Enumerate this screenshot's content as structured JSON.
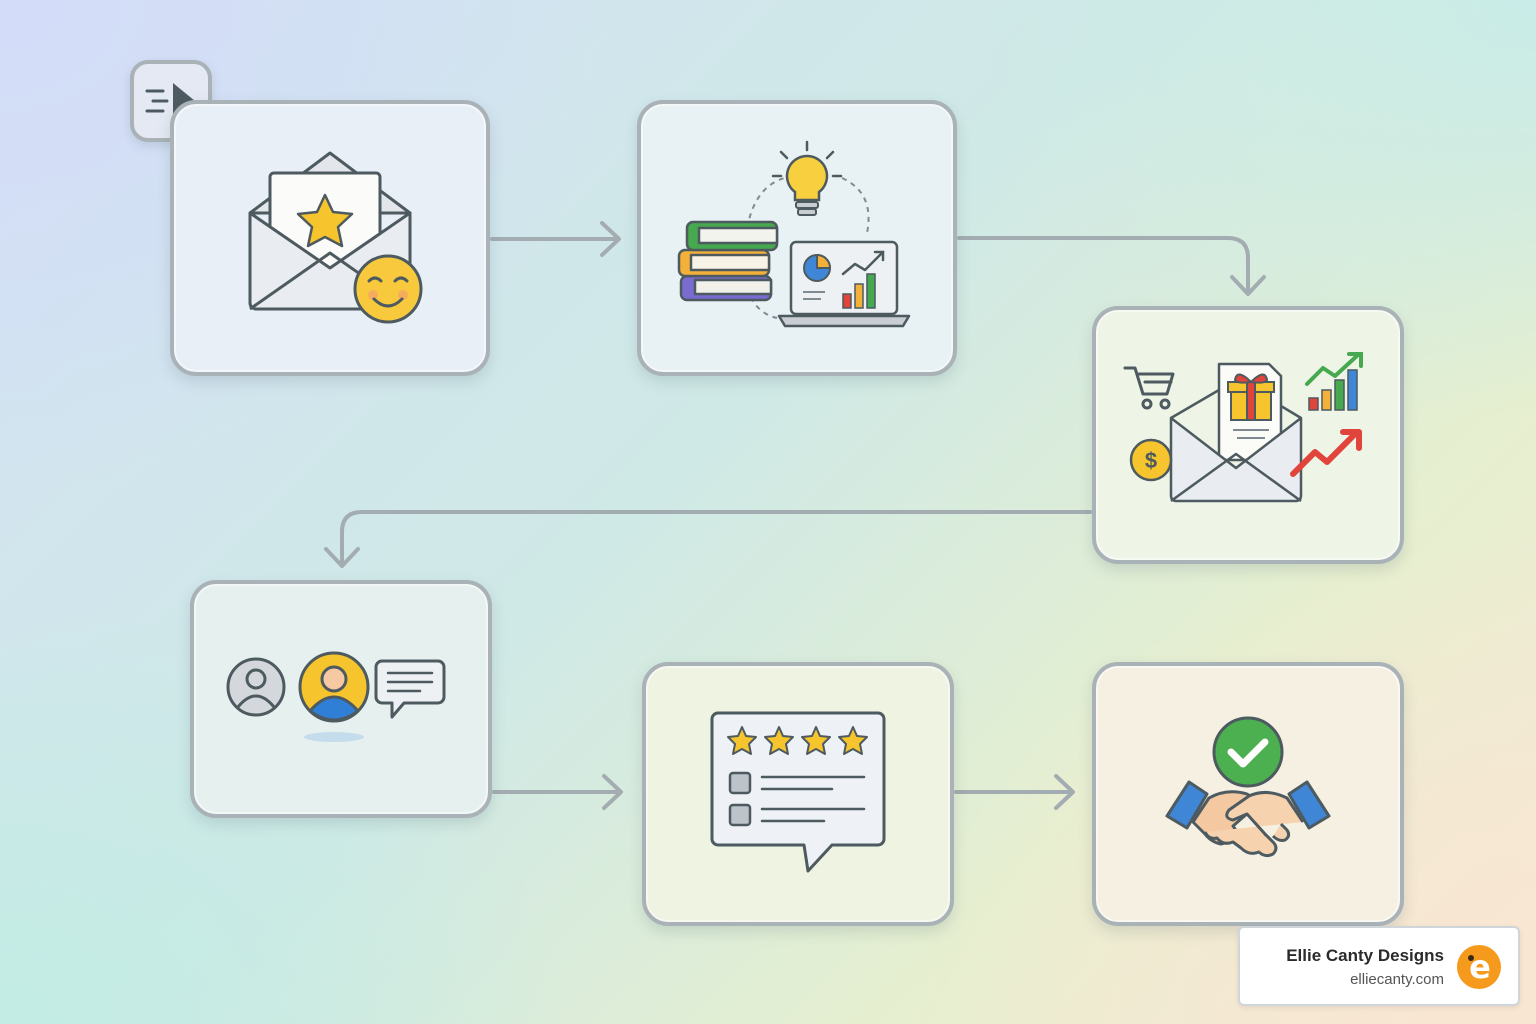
{
  "brand": {
    "name": "Ellie Canty Designs",
    "url": "elliecanty.com",
    "logo_letter": "e",
    "logo_color": "#f59a1c"
  },
  "colors": {
    "card_border": "#a9b2b6",
    "connector": "#a3adb1",
    "star": "#f6c42c",
    "green": "#4caf50",
    "blue": "#2f7fd6"
  },
  "flow": {
    "badge_icon": "fast-forward-icon",
    "steps": [
      {
        "icon": "envelope-star-smiley-icon"
      },
      {
        "icon": "books-lightbulb-laptop-icon"
      },
      {
        "icon": "promo-envelope-cart-growth-icon"
      },
      {
        "icon": "users-chat-icon"
      },
      {
        "icon": "review-stars-checklist-icon"
      },
      {
        "icon": "handshake-check-icon"
      }
    ]
  }
}
